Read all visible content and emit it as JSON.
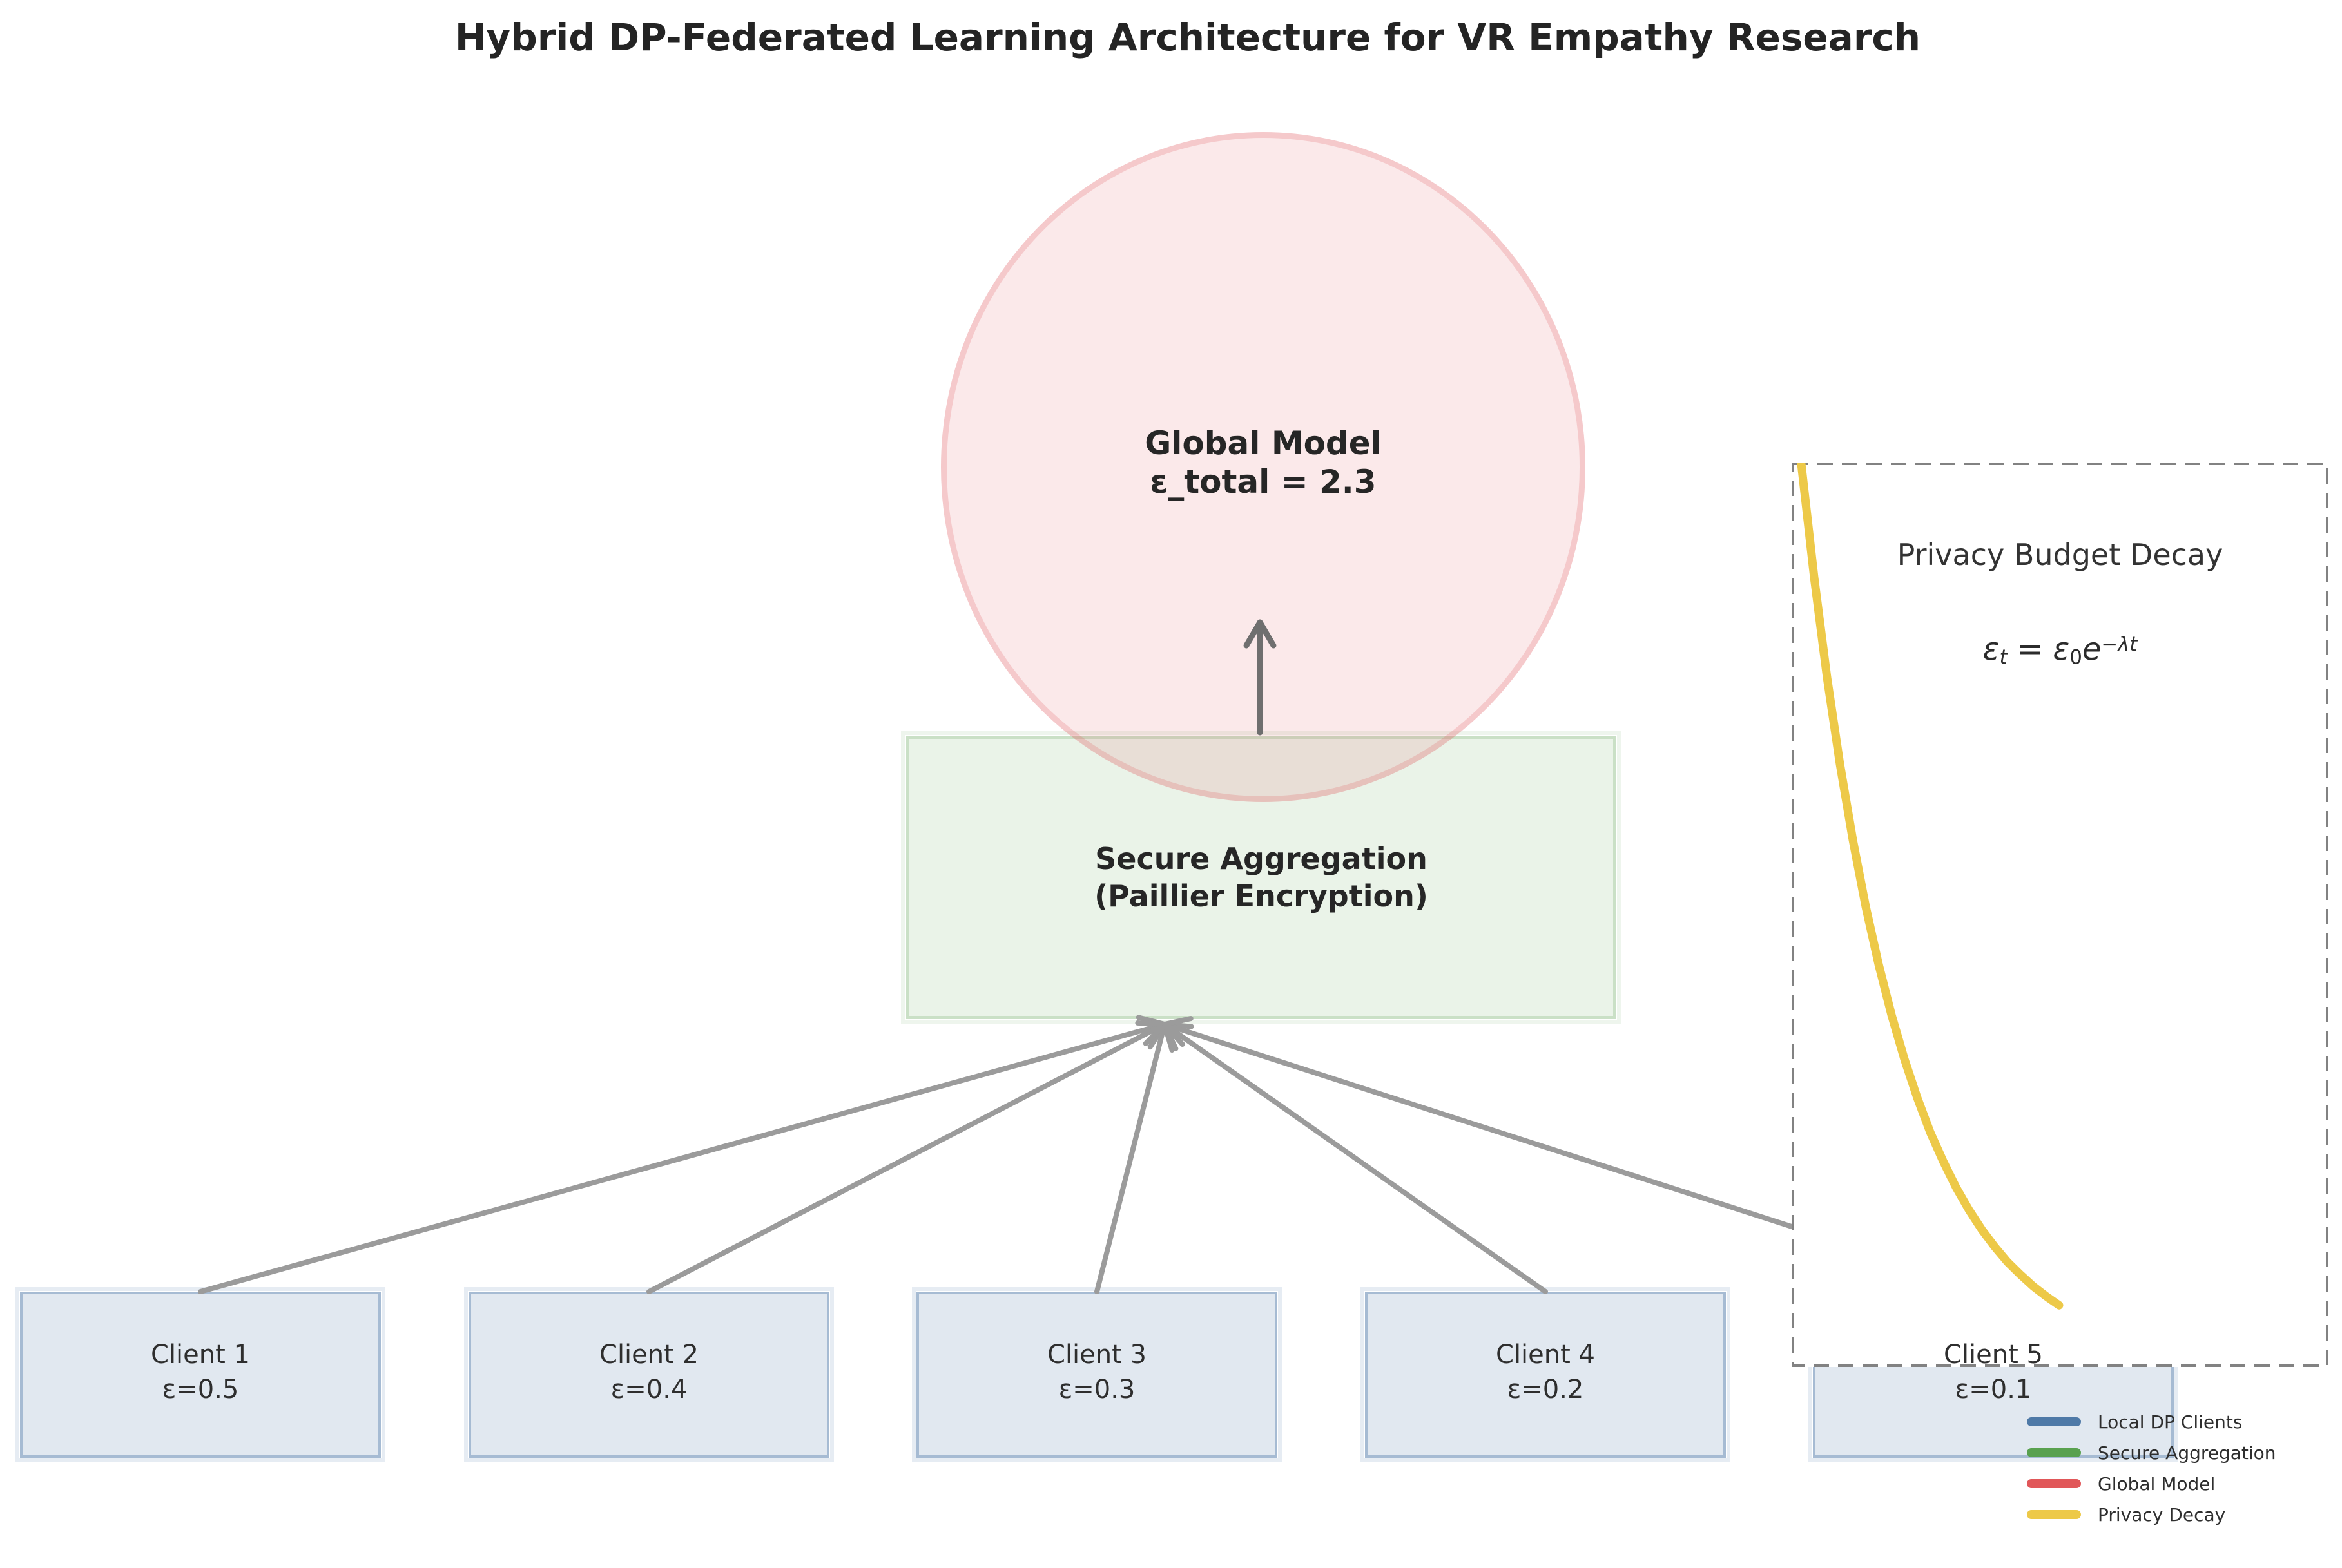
{
  "header": {
    "title": "Hybrid DP-Federated Learning Architecture for VR Empathy Research"
  },
  "nodes": {
    "global_model": {
      "line1": "Global Model",
      "line2": "ε_total = 2.3"
    },
    "aggregation": {
      "line1": "Secure Aggregation",
      "line2": "(Paillier Encryption)"
    }
  },
  "clients": [
    {
      "name": "Client 1",
      "epsilon": "ε=0.5"
    },
    {
      "name": "Client 2",
      "epsilon": "ε=0.4"
    },
    {
      "name": "Client 3",
      "epsilon": "ε=0.3"
    },
    {
      "name": "Client 4",
      "epsilon": "ε=0.2"
    },
    {
      "name": "Client 5",
      "epsilon": "ε=0.1"
    }
  ],
  "inset": {
    "title": "Privacy Budget Decay",
    "formula": {
      "lhs_base": "ε",
      "lhs_sub": "t",
      "equals": " = ",
      "rhs_base": "ε",
      "rhs_sub": "0",
      "rhs_fn": "e",
      "rhs_exp": "−λt"
    }
  },
  "legend": {
    "items": [
      {
        "label": "Local DP Clients",
        "color": "#4e79a7"
      },
      {
        "label": "Secure Aggregation",
        "color": "#59a14f"
      },
      {
        "label": "Global Model",
        "color": "#e15759"
      },
      {
        "label": "Privacy Decay",
        "color": "#edc948"
      }
    ]
  },
  "colors": {
    "client_blue": "#4e79a7",
    "aggregation_green": "#59a14f",
    "global_red": "#e15759",
    "decay_yellow": "#edc948",
    "arrow_gray": "#9b9b9b",
    "update_arrow_gray": "#6f6f6f",
    "inset_border": "#828282",
    "text": "#262626"
  },
  "chart_data": {
    "type": "line",
    "title": "Privacy Budget Decay",
    "annotation": "ε_t = ε_0 e^{−λt}",
    "xlabel": "",
    "ylabel": "",
    "x_range": [
      0,
      1
    ],
    "grid": false,
    "ticks": false,
    "legend_position": "none",
    "series": [
      {
        "name": "Privacy Decay",
        "color": "#edc948",
        "x": [
          0,
          0.05,
          0.1,
          0.15,
          0.2,
          0.25,
          0.3,
          0.35,
          0.4,
          0.45,
          0.5,
          0.55,
          0.6,
          0.65,
          0.7,
          0.75,
          0.8,
          0.85,
          0.9,
          0.95,
          1.0
        ],
        "y": [
          1.0,
          0.874,
          0.763,
          0.667,
          0.583,
          0.509,
          0.445,
          0.389,
          0.34,
          0.297,
          0.259,
          0.227,
          0.198,
          0.173,
          0.151,
          0.132,
          0.115,
          0.101,
          0.088,
          0.077,
          0.067
        ]
      }
    ],
    "layout": {
      "x0": 15,
      "x_span": 400,
      "y0": 2,
      "y_span": 1400
    }
  }
}
